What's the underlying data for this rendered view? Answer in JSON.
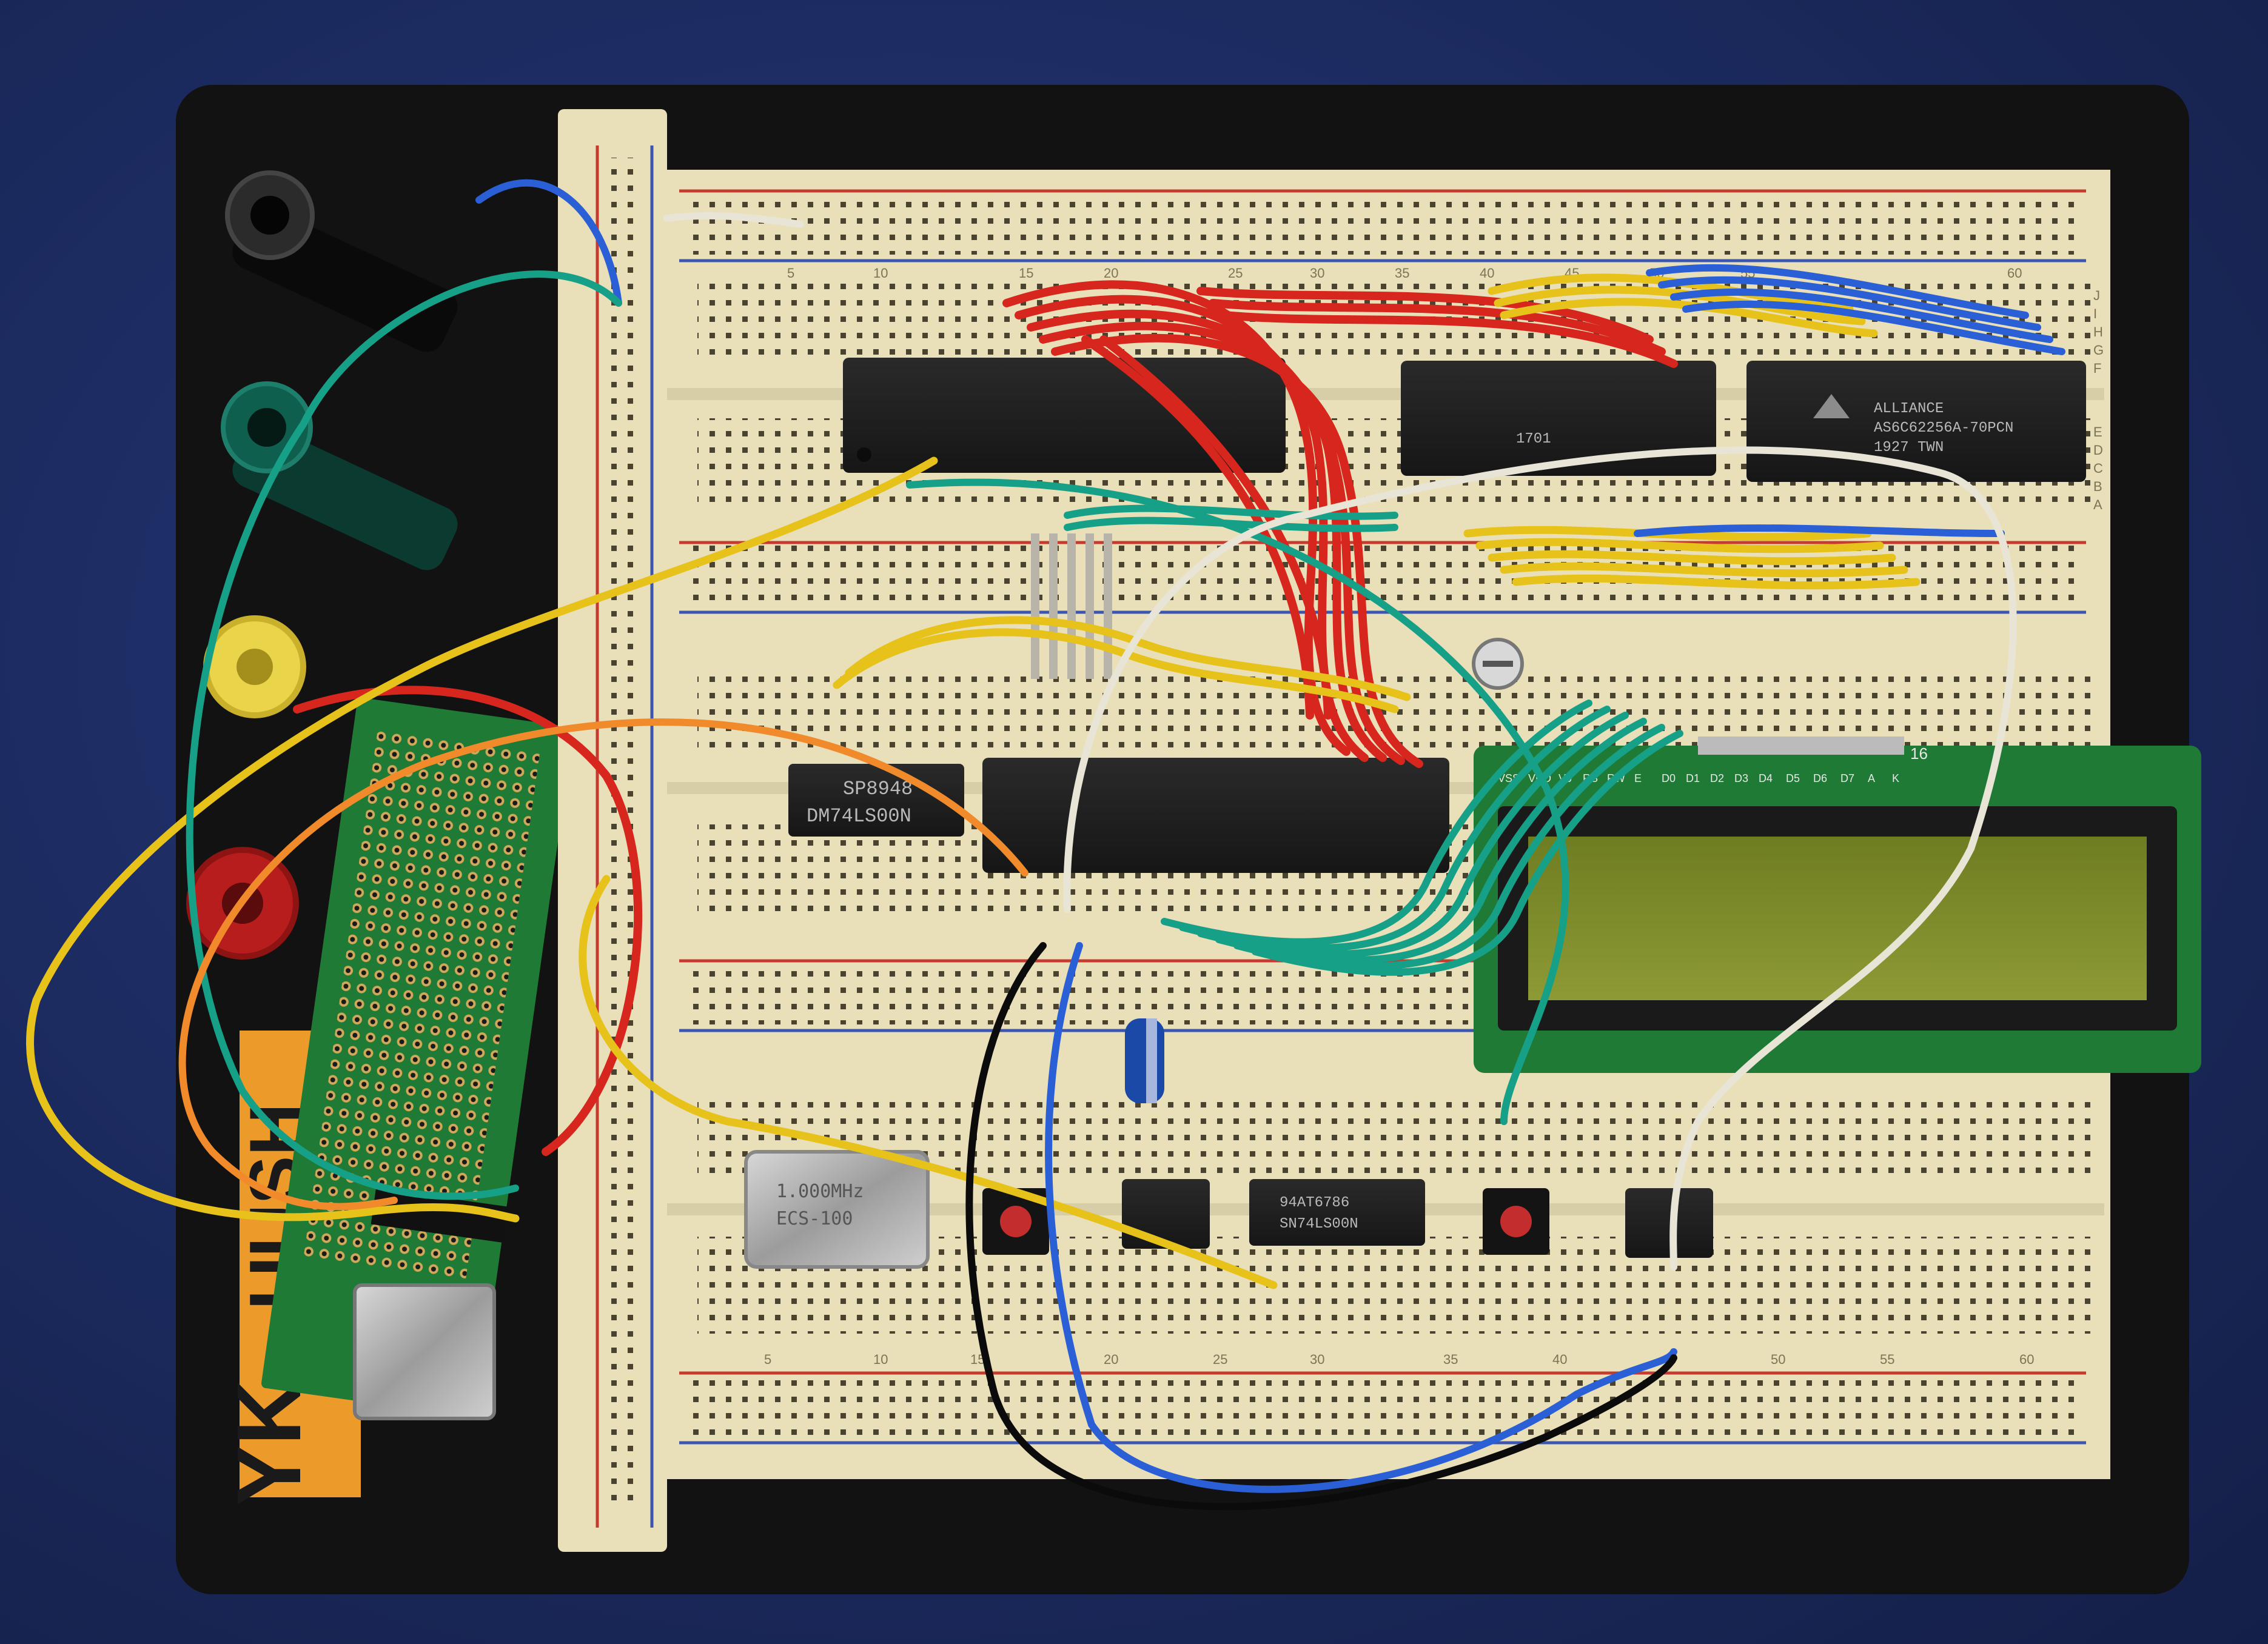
{
  "base": {
    "brand_letters": "YK",
    "brand_word": "UUSH"
  },
  "chips": {
    "cpu": "",
    "eeprom": {
      "line1": "",
      "line2": "",
      "line3": "1701"
    },
    "sram": {
      "line1": "ALLIANCE",
      "line2": "AS6C62256A-70PCN",
      "line3": "1927 TWN"
    },
    "via": {
      "line1": "",
      "line2": "",
      "line3": ""
    },
    "logic1": {
      "line1": "SP8948",
      "line2": "DM74LS00N"
    },
    "logic2": {
      "line1": "94AT6786",
      "line2": "SN74LS00N"
    },
    "oscillator": {
      "line1": "1.000MHz",
      "line2": "ECS-100"
    }
  },
  "lcd": {
    "pin_count": "16",
    "pin_labels": [
      "VSS",
      "VDD",
      "V0",
      "RS",
      "RW",
      "E",
      "D0",
      "D1",
      "D2",
      "D3",
      "D4",
      "D5",
      "D6",
      "D7",
      "A",
      "K"
    ]
  },
  "breadboard": {
    "column_numbers": [
      "5",
      "10",
      "15",
      "20",
      "25",
      "30",
      "35",
      "40",
      "45",
      "50",
      "55",
      "60"
    ],
    "rows_top": [
      "F",
      "G",
      "H",
      "I",
      "J"
    ],
    "rows_bottom": [
      "A",
      "B",
      "C",
      "D",
      "E"
    ]
  },
  "colors": {
    "board": "#e9dfb9",
    "base": "#151515",
    "pcb": "#1f7a35",
    "lcd_screen": "#7f8d2c",
    "wire_red": "#d7261e",
    "wire_green": "#17a088",
    "wire_yellow": "#e6c21a",
    "wire_blue": "#2a5fd6",
    "wire_white": "#e8e4d6"
  }
}
